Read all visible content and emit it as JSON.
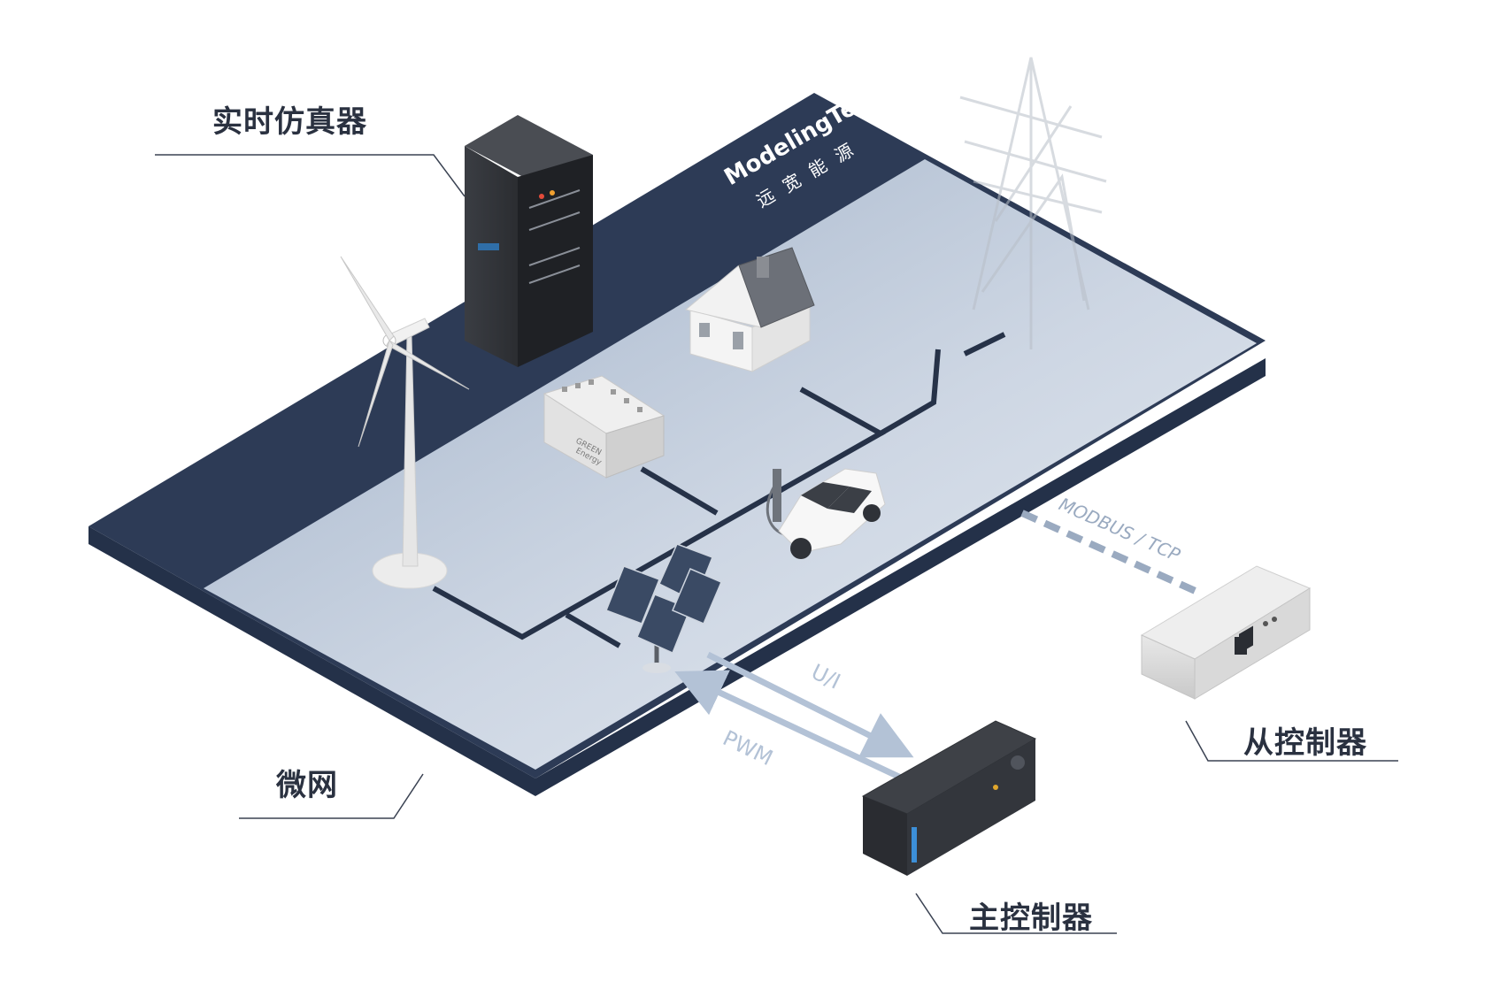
{
  "labels": {
    "simulator": "实时仿真器",
    "microgrid": "微网",
    "main_controller": "主控制器",
    "slave_controller": "从控制器"
  },
  "brand": {
    "name": "ModelingTech",
    "cn_name": "远宽能源"
  },
  "protocol": "MODBUS / TCP",
  "signals": {
    "measurement": "U/I",
    "control": "PWM"
  },
  "battery_label": [
    "GREEN",
    "Energy"
  ],
  "colors": {
    "platform_dark": "#2d3b56",
    "platform_light": "#c9d3e1",
    "platform_edge": "#243149",
    "wire": "#263248",
    "arrow": "#b3c2d6",
    "protocol_dash": "#9aaac0",
    "callout_line": "#3a4252",
    "label_text": "#2a3140"
  }
}
